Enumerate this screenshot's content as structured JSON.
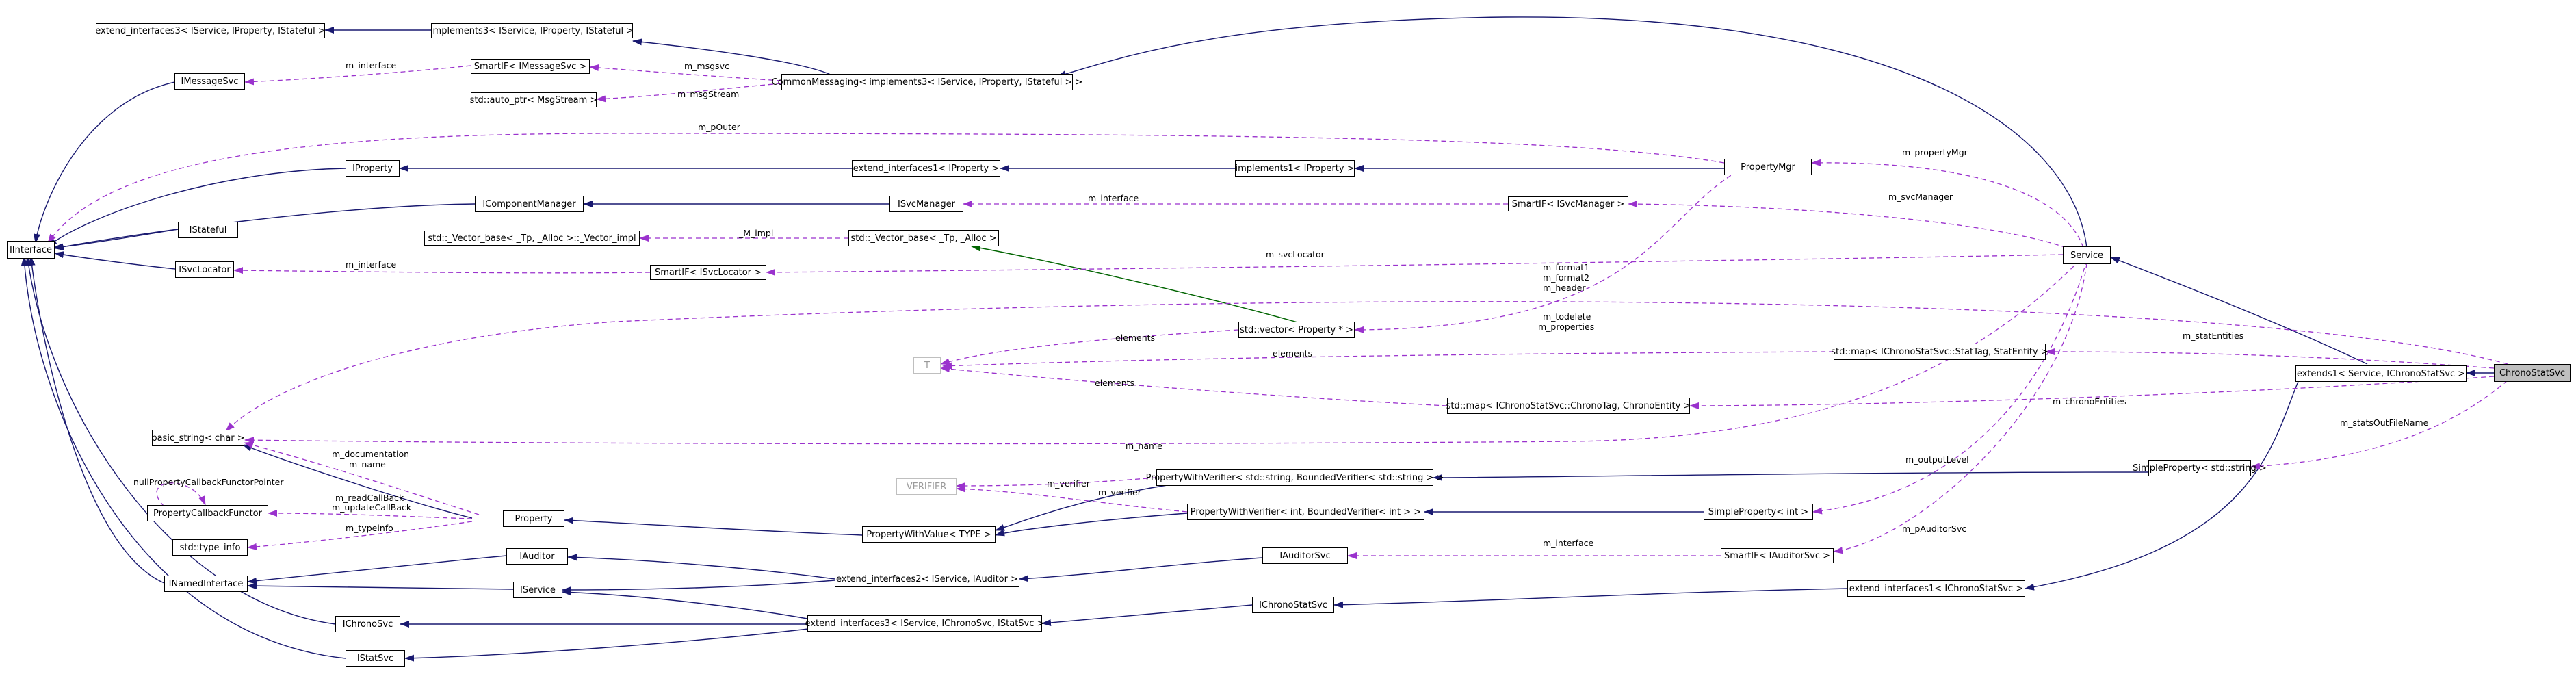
{
  "nodes": [
    {
      "id": "n1",
      "label": "extend_interfaces3< IService, IProperty, IStateful >"
    },
    {
      "id": "n2",
      "label": "implements3< IService, IProperty, IStateful >"
    },
    {
      "id": "n3",
      "label": "IMessageSvc"
    },
    {
      "id": "n4",
      "label": "SmartIF< IMessageSvc >"
    },
    {
      "id": "n5",
      "label": "CommonMessaging< implements3< IService, IProperty, IStateful > >"
    },
    {
      "id": "n6",
      "label": "std::auto_ptr< MsgStream >"
    },
    {
      "id": "n7",
      "label": "IProperty"
    },
    {
      "id": "n8",
      "label": "extend_interfaces1< IProperty >"
    },
    {
      "id": "n9",
      "label": "implements1< IProperty >"
    },
    {
      "id": "n10",
      "label": "PropertyMgr"
    },
    {
      "id": "n11",
      "label": "IStateful"
    },
    {
      "id": "n12",
      "label": "IComponentManager"
    },
    {
      "id": "n13",
      "label": "ISvcManager"
    },
    {
      "id": "n14",
      "label": "SmartIF< ISvcManager >"
    },
    {
      "id": "n15",
      "label": "IInterface"
    },
    {
      "id": "n16",
      "label": "std::_Vector_base< _Tp, _Alloc >::_Vector_impl"
    },
    {
      "id": "n17",
      "label": "std::_Vector_base< _Tp, _Alloc >"
    },
    {
      "id": "n18",
      "label": "ISvcLocator"
    },
    {
      "id": "n19",
      "label": "SmartIF< ISvcLocator >"
    },
    {
      "id": "n20",
      "label": "Service"
    },
    {
      "id": "n21",
      "label": "std::vector< Property * >"
    },
    {
      "id": "n22",
      "label": "T"
    },
    {
      "id": "n23",
      "label": "std::map< IChronoStatSvc::StatTag, StatEntity >"
    },
    {
      "id": "n24",
      "label": "extends1< Service, IChronoStatSvc >"
    },
    {
      "id": "n25",
      "label": "ChronoStatSvc"
    },
    {
      "id": "n26",
      "label": "std::map< IChronoStatSvc::ChronoTag, ChronoEntity >"
    },
    {
      "id": "n27",
      "label": "basic_string< char >"
    },
    {
      "id": "n28",
      "label": "SimpleProperty< std::string >"
    },
    {
      "id": "n29",
      "label": "VERIFIER"
    },
    {
      "id": "n30",
      "label": "PropertyWithVerifier< std::string, BoundedVerifier< std::string > >"
    },
    {
      "id": "n31",
      "label": "PropertyCallbackFunctor"
    },
    {
      "id": "n32",
      "label": "Property"
    },
    {
      "id": "n33",
      "label": "PropertyWithVerifier< int, BoundedVerifier< int > >"
    },
    {
      "id": "n34",
      "label": "SimpleProperty< int >"
    },
    {
      "id": "n35",
      "label": "PropertyWithValue< TYPE >"
    },
    {
      "id": "n36",
      "label": "std::type_info"
    },
    {
      "id": "n37",
      "label": "IAuditor"
    },
    {
      "id": "n38",
      "label": "IAuditorSvc"
    },
    {
      "id": "n39",
      "label": "SmartIF< IAuditorSvc >"
    },
    {
      "id": "n40",
      "label": "extend_interfaces2< IService, IAuditor >"
    },
    {
      "id": "n41",
      "label": "INamedInterface"
    },
    {
      "id": "n42",
      "label": "IService"
    },
    {
      "id": "n43",
      "label": "IChronoSvc"
    },
    {
      "id": "n44",
      "label": "extend_interfaces3< IService, IChronoSvc, IStatSvc >"
    },
    {
      "id": "n45",
      "label": "IChronoStatSvc"
    },
    {
      "id": "n46",
      "label": "extend_interfaces1< IChronoStatSvc >"
    },
    {
      "id": "n47",
      "label": "IStatSvc"
    }
  ],
  "edge_labels": {
    "e1": "m_interface",
    "e2": "m_msgsvc",
    "e3": "m_msgStream",
    "e4": "m_pOuter",
    "e5": "m_propertyMgr",
    "e6": "m_interface",
    "e7": "m_svcManager",
    "e8": "_M_impl",
    "e9": "m_interface",
    "e10": "m_svcLocator",
    "e11a": "m_format1",
    "e11b": "m_format2",
    "e11c": "m_header",
    "e12a": "m_todelete",
    "e12b": "m_properties",
    "e13": "elements",
    "e14": "elements",
    "e15": "elements",
    "e16": "m_statEntities",
    "e17": "m_chronoEntities",
    "e18": "m_name",
    "e19": "m_statsOutFileName",
    "e20": "m_outputLevel",
    "e21a": "m_documentation",
    "e21b": "m_name",
    "e22": "nullPropertyCallbackFunctorPointer",
    "e23a": "m_readCallBack",
    "e23b": "m_updateCallBack",
    "e24": "m_typeinfo",
    "e25a": "m_verifier",
    "e25b": "m_verifier",
    "e26": "m_interface",
    "e27": "m_pAuditorSvc"
  },
  "colors": {
    "inheritance": "#191970",
    "usage": "#9a32cd",
    "template": "#006400",
    "focus_fill": "#bfbfbf",
    "grey_border": "#bfbfbf"
  }
}
